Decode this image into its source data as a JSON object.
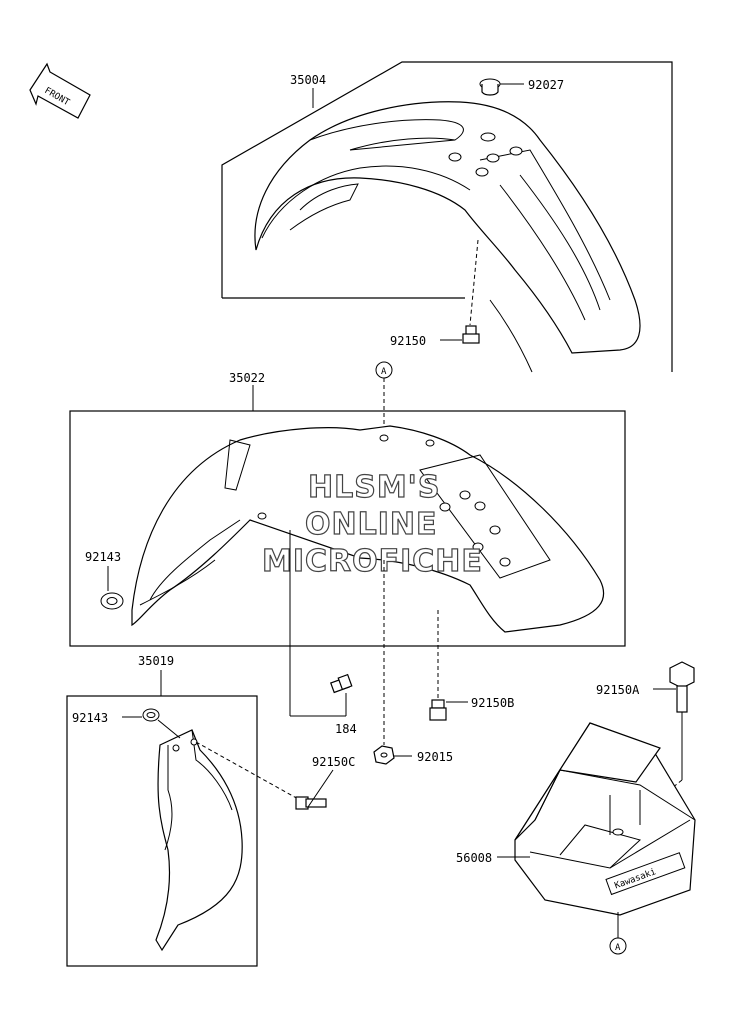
{
  "front_arrow": {
    "label": "FRONT"
  },
  "watermark": {
    "line1": "HLSM'S",
    "line2": "ONLINE",
    "line3": "MICROFICHE"
  },
  "callouts": {
    "p35004": "35004",
    "p92027": "92027",
    "p92150": "92150",
    "p35022": "35022",
    "pA_top": "A",
    "p92143a": "92143",
    "p35019": "35019",
    "p92143b": "92143",
    "p184": "184",
    "p92150B": "92150B",
    "p92150C": "92150C",
    "p92015": "92015",
    "p92150A": "92150A",
    "p56008": "56008",
    "pA_bottom": "A"
  },
  "box_brand": "Kawasaki"
}
